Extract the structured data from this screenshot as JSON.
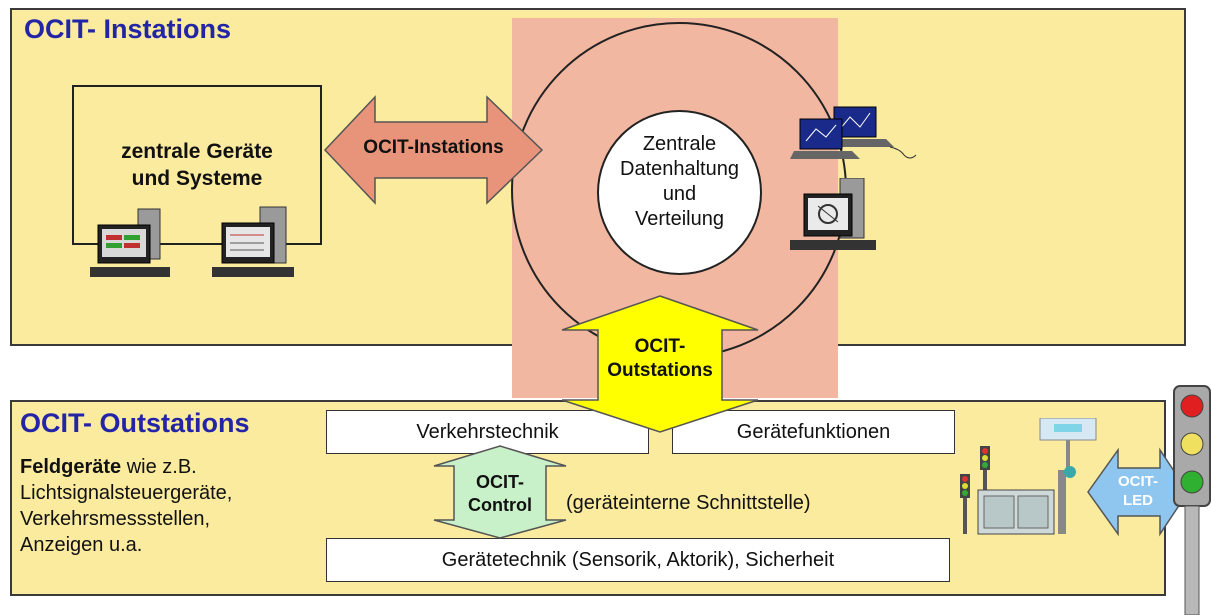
{
  "top_panel": {
    "title": "OCIT- Instations"
  },
  "central_box": {
    "line1": "zentrale Geräte",
    "line2": "und Systeme"
  },
  "instations_arrow": {
    "label": "OCIT-Instations"
  },
  "center_circle": {
    "line1": "Zentrale",
    "line2": "Datenhaltung",
    "line3": "und",
    "line4": "Verteilung"
  },
  "outstations_arrow": {
    "line1": "OCIT-",
    "line2": "Outstations"
  },
  "bottom_panel": {
    "title": "OCIT- Outstations",
    "desc_bold": "Feldgeräte",
    "desc_rest": " wie z.B.",
    "desc_lines": [
      "Lichtsignalsteuergeräte,",
      "Verkehrsmessstellen,",
      "Anzeigen u.a."
    ]
  },
  "boxes": {
    "verkehrstechnik": "Verkehrstechnik",
    "geraetefunktionen": "Gerätefunktionen",
    "geraetetechnik": "Gerätetechnik (Sensorik, Aktorik), Sicherheit"
  },
  "control_arrow": {
    "line1": "OCIT-",
    "line2": "Control"
  },
  "interface_note": "(geräteinterne Schnittstelle)",
  "led_arrow": {
    "line1": "OCIT-",
    "line2": "LED"
  },
  "colors": {
    "panel": "#faeb9f",
    "pink_square": "#f2b7a0",
    "instations_arrow": "#e8947a",
    "outstations_arrow": "#ffff00",
    "control_arrow": "#c9f1c9",
    "led_arrow": "#8ec6f0",
    "title_blue": "#2424a6"
  }
}
